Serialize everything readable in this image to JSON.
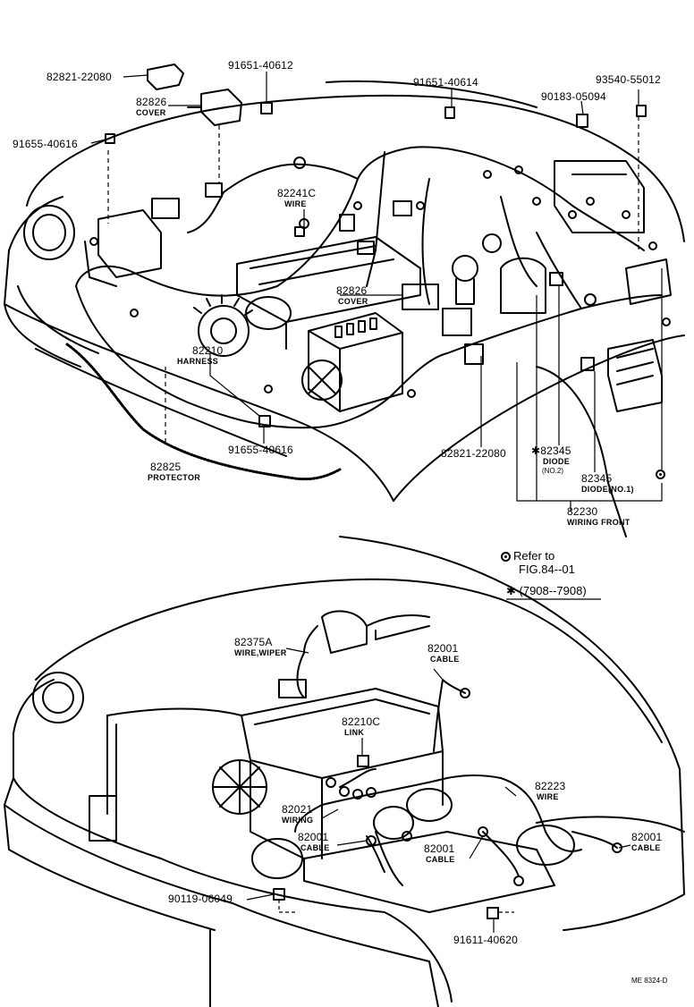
{
  "labels": {
    "p82821_22080_a": "82821-22080",
    "p91651_40612": "91651-40612",
    "p82826_a": "82826",
    "cover_a": "COVER",
    "p91655_40616_a": "91655-40616",
    "p82241c": "82241C",
    "wire_a": "WIRE",
    "p91651_40614": "91651-40614",
    "p93540_55012": "93540-55012",
    "p90183_05094": "90183-05094",
    "p82826_b": "82826",
    "cover_b": "COVER",
    "p82210": "82210",
    "harness": "HARNESS",
    "p91655_40616_b": "91655-40616",
    "p82825": "82825",
    "protector": "PROTECTOR",
    "p82821_22080_b": "82821-22080",
    "p82345_a": "82345",
    "star": "✱",
    "diode_a": "DIODE",
    "no2": "(NO.2)",
    "p82345_b": "82345",
    "diode_b": "DIODE(NO.1)",
    "p82230": "82230",
    "wiring_front": "WIRING FRONT",
    "refer_to": "Refer to",
    "fig": "FIG.84--01",
    "star_range": "✱ (7908--7908)",
    "p82375a": "82375A",
    "wire_wiper": "WIRE,WIPER",
    "p82001_a": "82001",
    "cable_a": "CABLE",
    "p82210c": "82210C",
    "link": "LINK",
    "p82223": "82223",
    "wire_b": "WIRE",
    "p82021": "82021",
    "wiring": "WIRING",
    "p82001_b": "82001",
    "cable_b": "CABLE",
    "p82001_c": "82001",
    "cable_c": "CABLE",
    "p82001_d": "82001",
    "cable_d": "CABLE",
    "p90119_06049": "90119-06049",
    "p91611_40620": "91611-40620",
    "figure_code": "ME 8324-D"
  }
}
